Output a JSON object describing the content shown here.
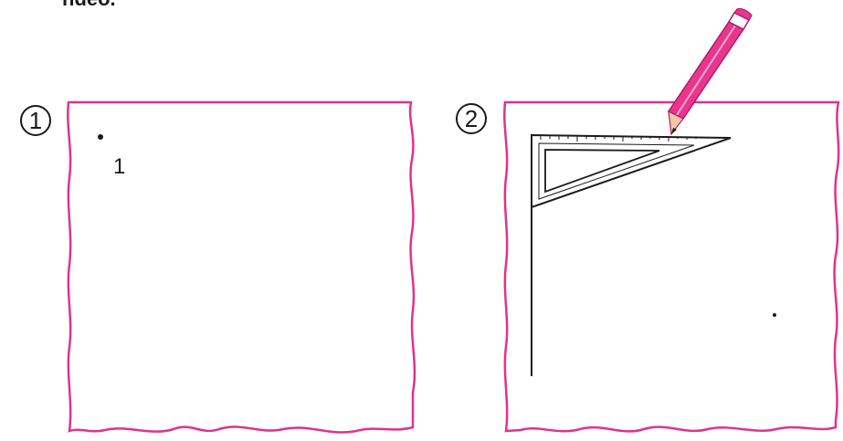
{
  "header_fragment": "ndeo.",
  "panels": [
    {
      "step": "1",
      "point_label": "1"
    },
    {
      "step": "2"
    }
  ],
  "colors": {
    "paper_edge": "#e0328f",
    "ink": "#1a1a1a",
    "pencil_body": "#e8368f",
    "pencil_tip": "#f4c9a8",
    "eraser": "#ffffff"
  },
  "icons": {
    "pencil": "pencil-icon",
    "set_square": "set-square-icon"
  }
}
